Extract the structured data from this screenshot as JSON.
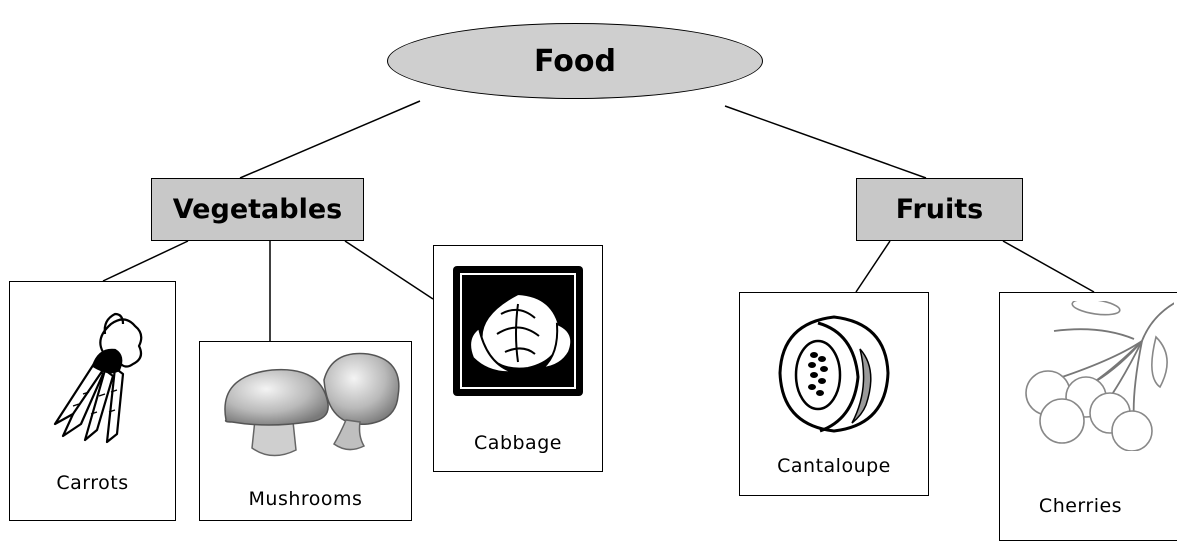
{
  "root": {
    "label": "Food"
  },
  "categories": [
    {
      "label": "Vegetables"
    },
    {
      "label": "Fruits"
    }
  ],
  "items": [
    {
      "label": "Carrots",
      "icon": "carrots-icon"
    },
    {
      "label": "Mushrooms",
      "icon": "mushrooms-icon"
    },
    {
      "label": "Cabbage",
      "icon": "cabbage-icon"
    },
    {
      "label": "Cantaloupe",
      "icon": "cantaloupe-icon"
    },
    {
      "label": "Cherries",
      "icon": "cherries-icon"
    }
  ]
}
